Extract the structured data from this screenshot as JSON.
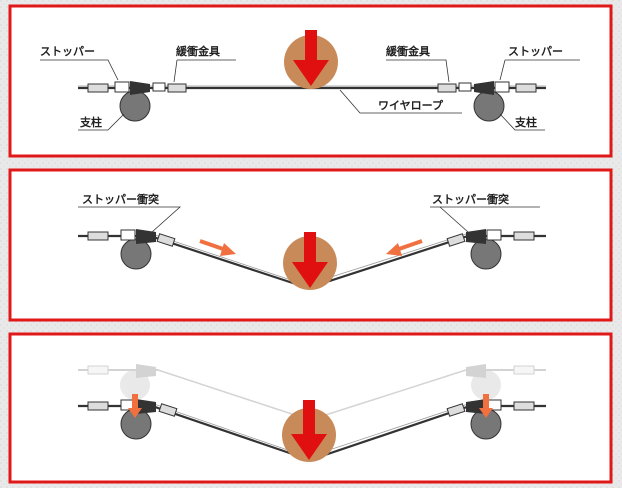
{
  "panel1": {
    "stopper_left": "ストッパー",
    "buffer_left": "緩衝金具",
    "buffer_right": "緩衝金具",
    "stopper_right": "ストッパー",
    "post_left": "支柱",
    "post_right": "支柱",
    "wire_rope": "ワイヤロープ"
  },
  "panel2": {
    "collision_left": "ストッパー衝突",
    "collision_right": "ストッパー衝突"
  },
  "colors": {
    "frame": "#e01818",
    "load_ball": "#c98a5a",
    "arrow": "#e01010",
    "motion_arrow": "#f07040",
    "post": "#777777",
    "rope": "#333333"
  },
  "icons": {
    "load": "down-arrow-icon",
    "motion": "motion-arrow-icon"
  }
}
